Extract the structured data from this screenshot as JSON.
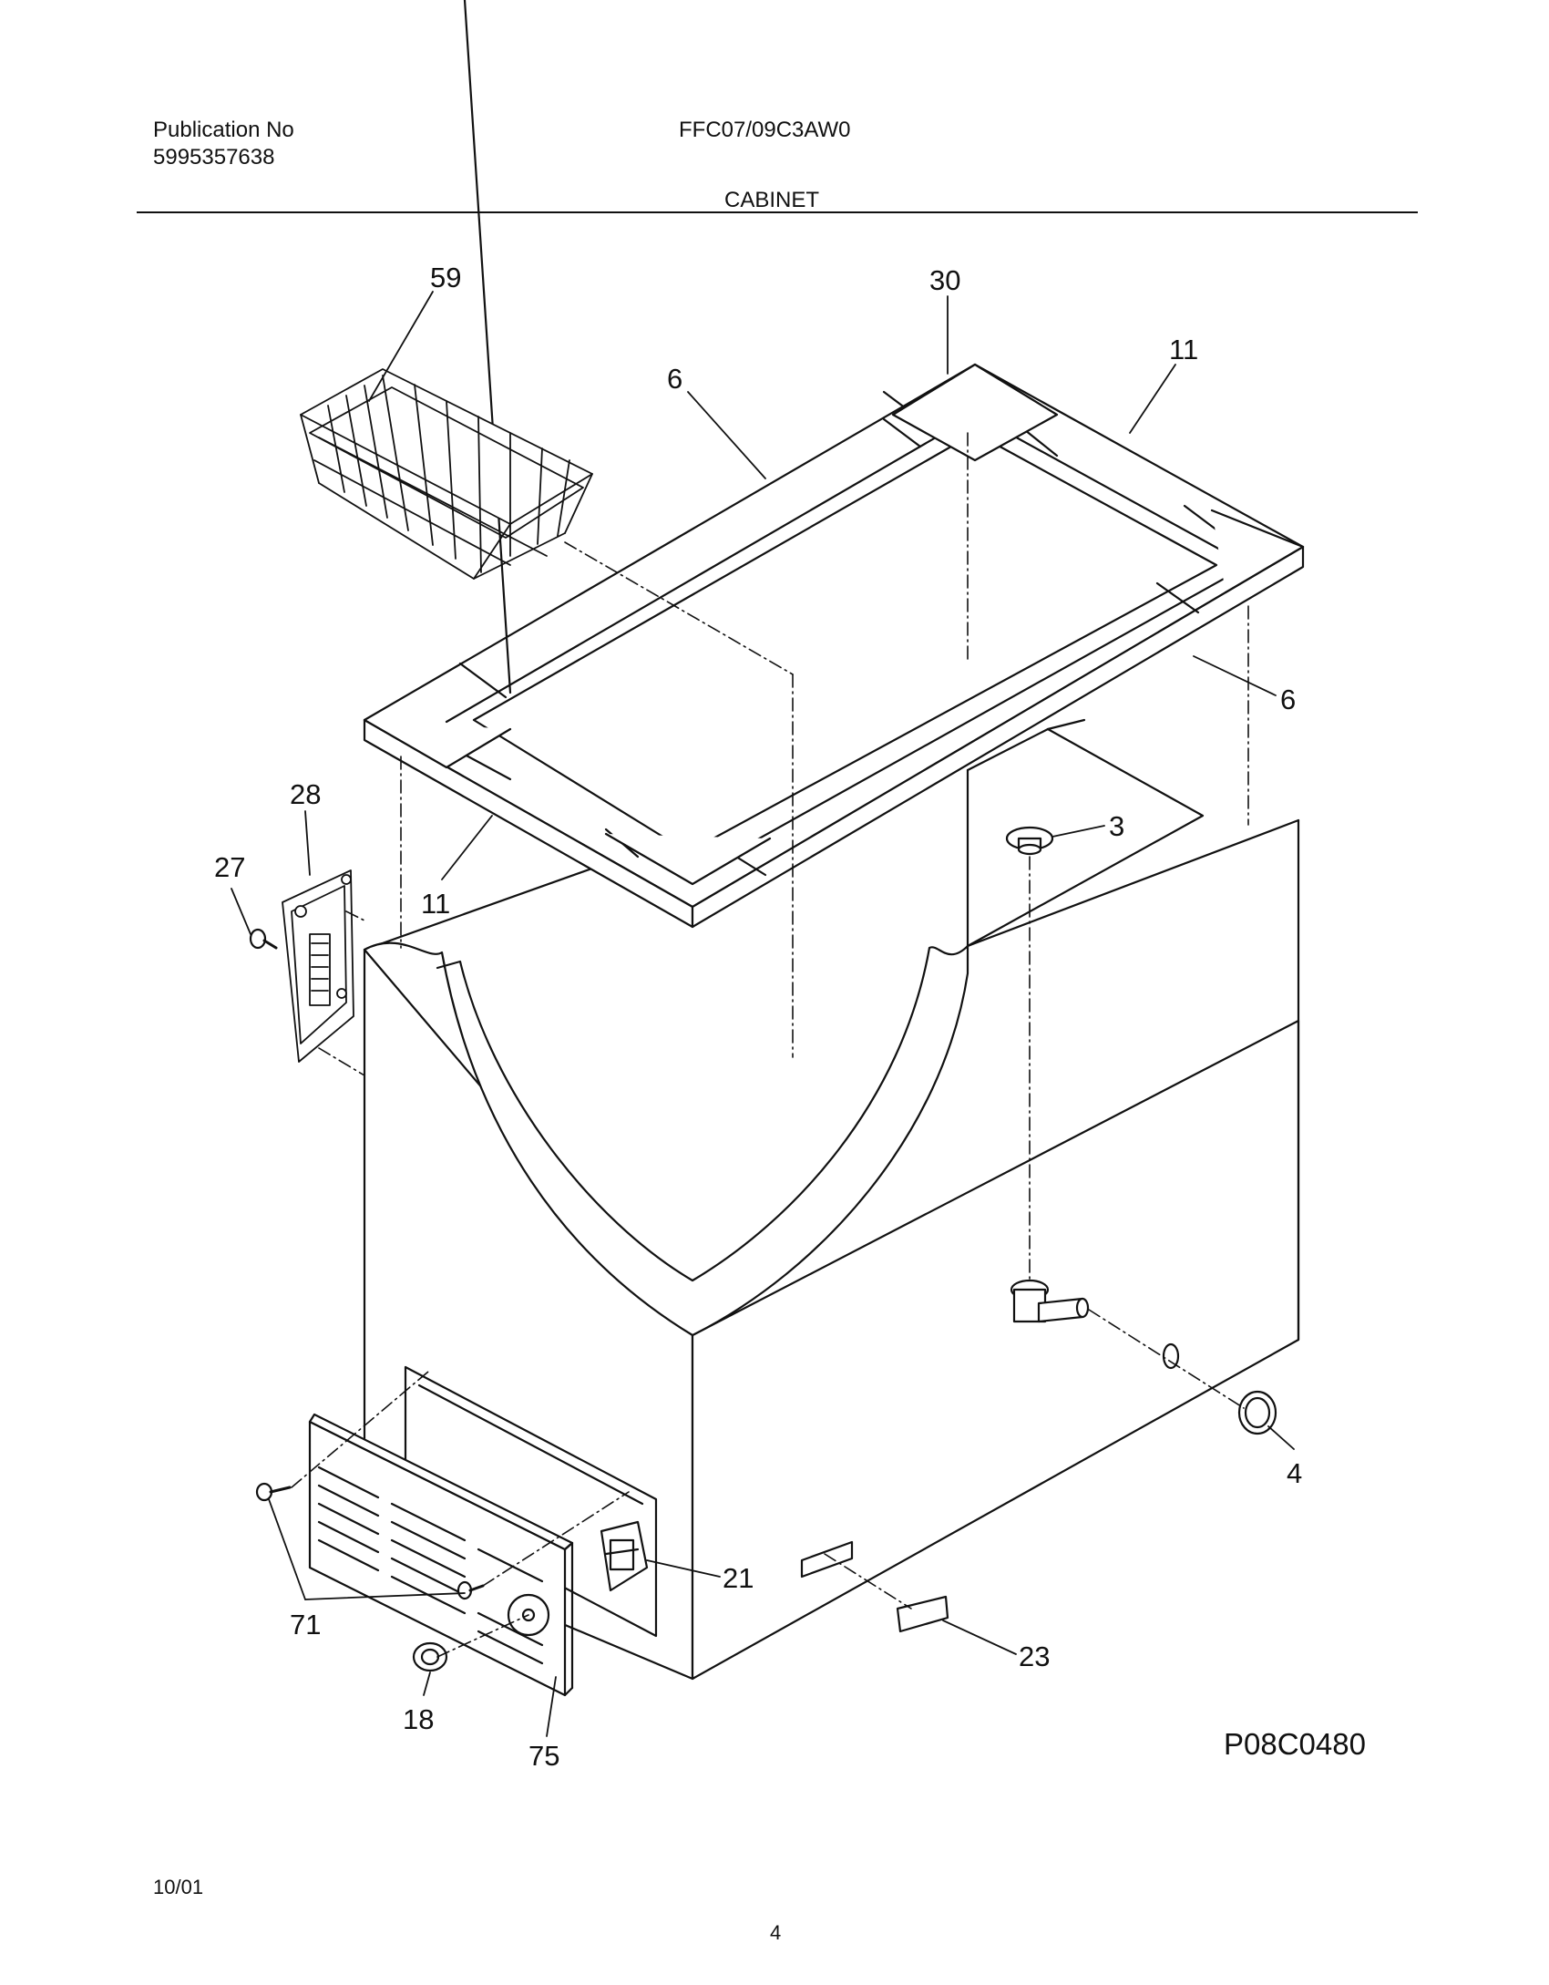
{
  "header": {
    "publication_label": "Publication No",
    "publication_number": "5995357638",
    "model": "FFC07/09C3AW0",
    "section_title": "CABINET"
  },
  "diagram": {
    "callouts": [
      "59",
      "30",
      "6",
      "11",
      "6",
      "3",
      "28",
      "27",
      "11",
      "4",
      "21",
      "71",
      "23",
      "18",
      "75"
    ],
    "figure_id": "P08C0480"
  },
  "footer": {
    "date": "10/01",
    "page_number": "4"
  }
}
